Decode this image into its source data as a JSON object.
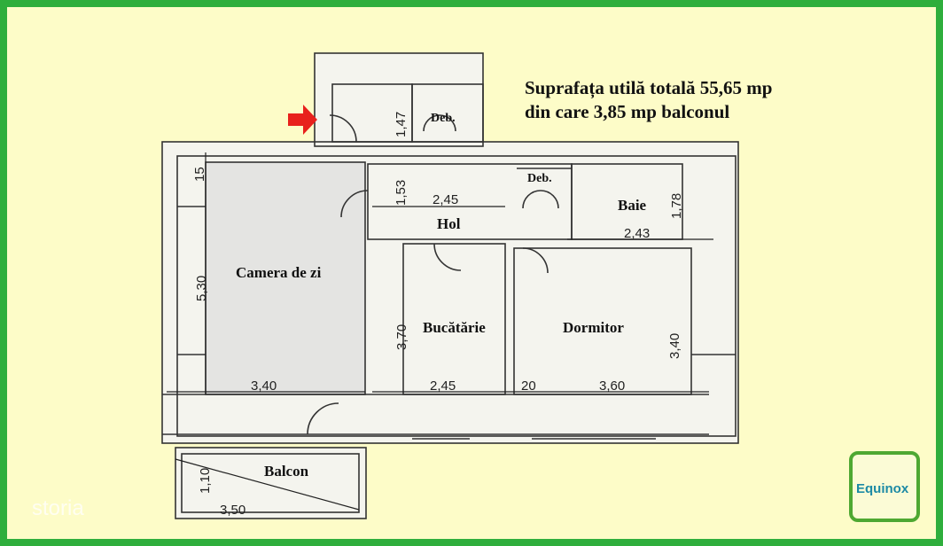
{
  "summary": {
    "line1": "Suprafața utilă totală 55,65 mp",
    "line2": "din care 3,85 mp balconul"
  },
  "rooms": {
    "living": "Camera de zi",
    "hall": "Hol",
    "storage1": "Deb.",
    "storage2": "Deb.",
    "bath": "Baie",
    "kitchen": "Bucătărie",
    "bedroom": "Dormitor",
    "balcony": "Balcon"
  },
  "dimensions": {
    "living_thick": "15",
    "living_h": "5,30",
    "living_w": "3,40",
    "entry_h": "1,47",
    "hall_h": "1,53",
    "hall_w": "2,45",
    "bath_h": "1,78",
    "bath_w": "2,43",
    "kitchen_h": "3,70",
    "kitchen_w": "2,45",
    "wall_20": "20",
    "bedroom_w": "3,60",
    "bedroom_h": "3,40",
    "balcony_h": "1,10",
    "balcony_w": "3,50"
  },
  "entrance_marker": "arrow-right-icon",
  "logo": {
    "text": "Equinox"
  },
  "watermark": "storia",
  "colors": {
    "border": "#2fae3c",
    "background": "#fdfcc8",
    "arrow": "#e8211c"
  }
}
